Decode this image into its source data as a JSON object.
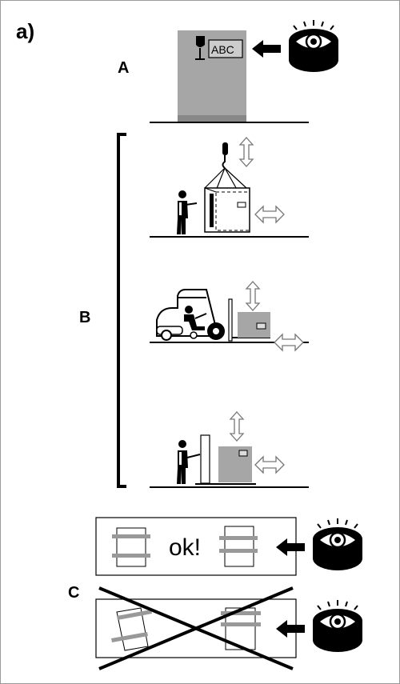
{
  "panel_label": "a)",
  "labels": {
    "a": "A",
    "b": "B",
    "c": "C"
  },
  "package_marking": "ABC",
  "ok_text": "ok!",
  "icons": [
    "eye-icon",
    "fragile-glass-icon",
    "crane-hook-icon",
    "forklift-icon",
    "pallet-truck-icon",
    "lift-arrow-icon",
    "move-arrow-icon",
    "cross-icon"
  ],
  "colors": {
    "frame": "#9a9a9a",
    "package": "#a6a6a6",
    "line": "#000000"
  }
}
